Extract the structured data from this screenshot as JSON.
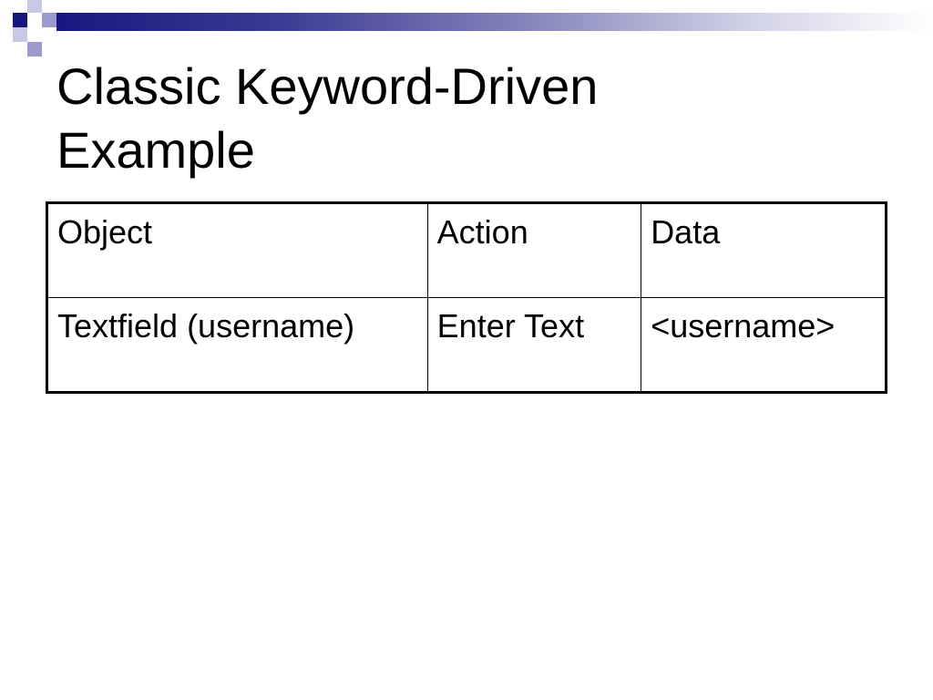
{
  "slide": {
    "title_line1": "Classic Keyword-Driven",
    "title_line2": "Example"
  },
  "table": {
    "headers": [
      "Object",
      "Action",
      "Data"
    ],
    "rows": [
      [
        "Textfield (username)",
        "Enter Text",
        "<username>"
      ]
    ]
  },
  "colors": {
    "accent": "#17177f",
    "accent_light": "#9a9acd",
    "accent_pale": "#c8c8e4"
  }
}
